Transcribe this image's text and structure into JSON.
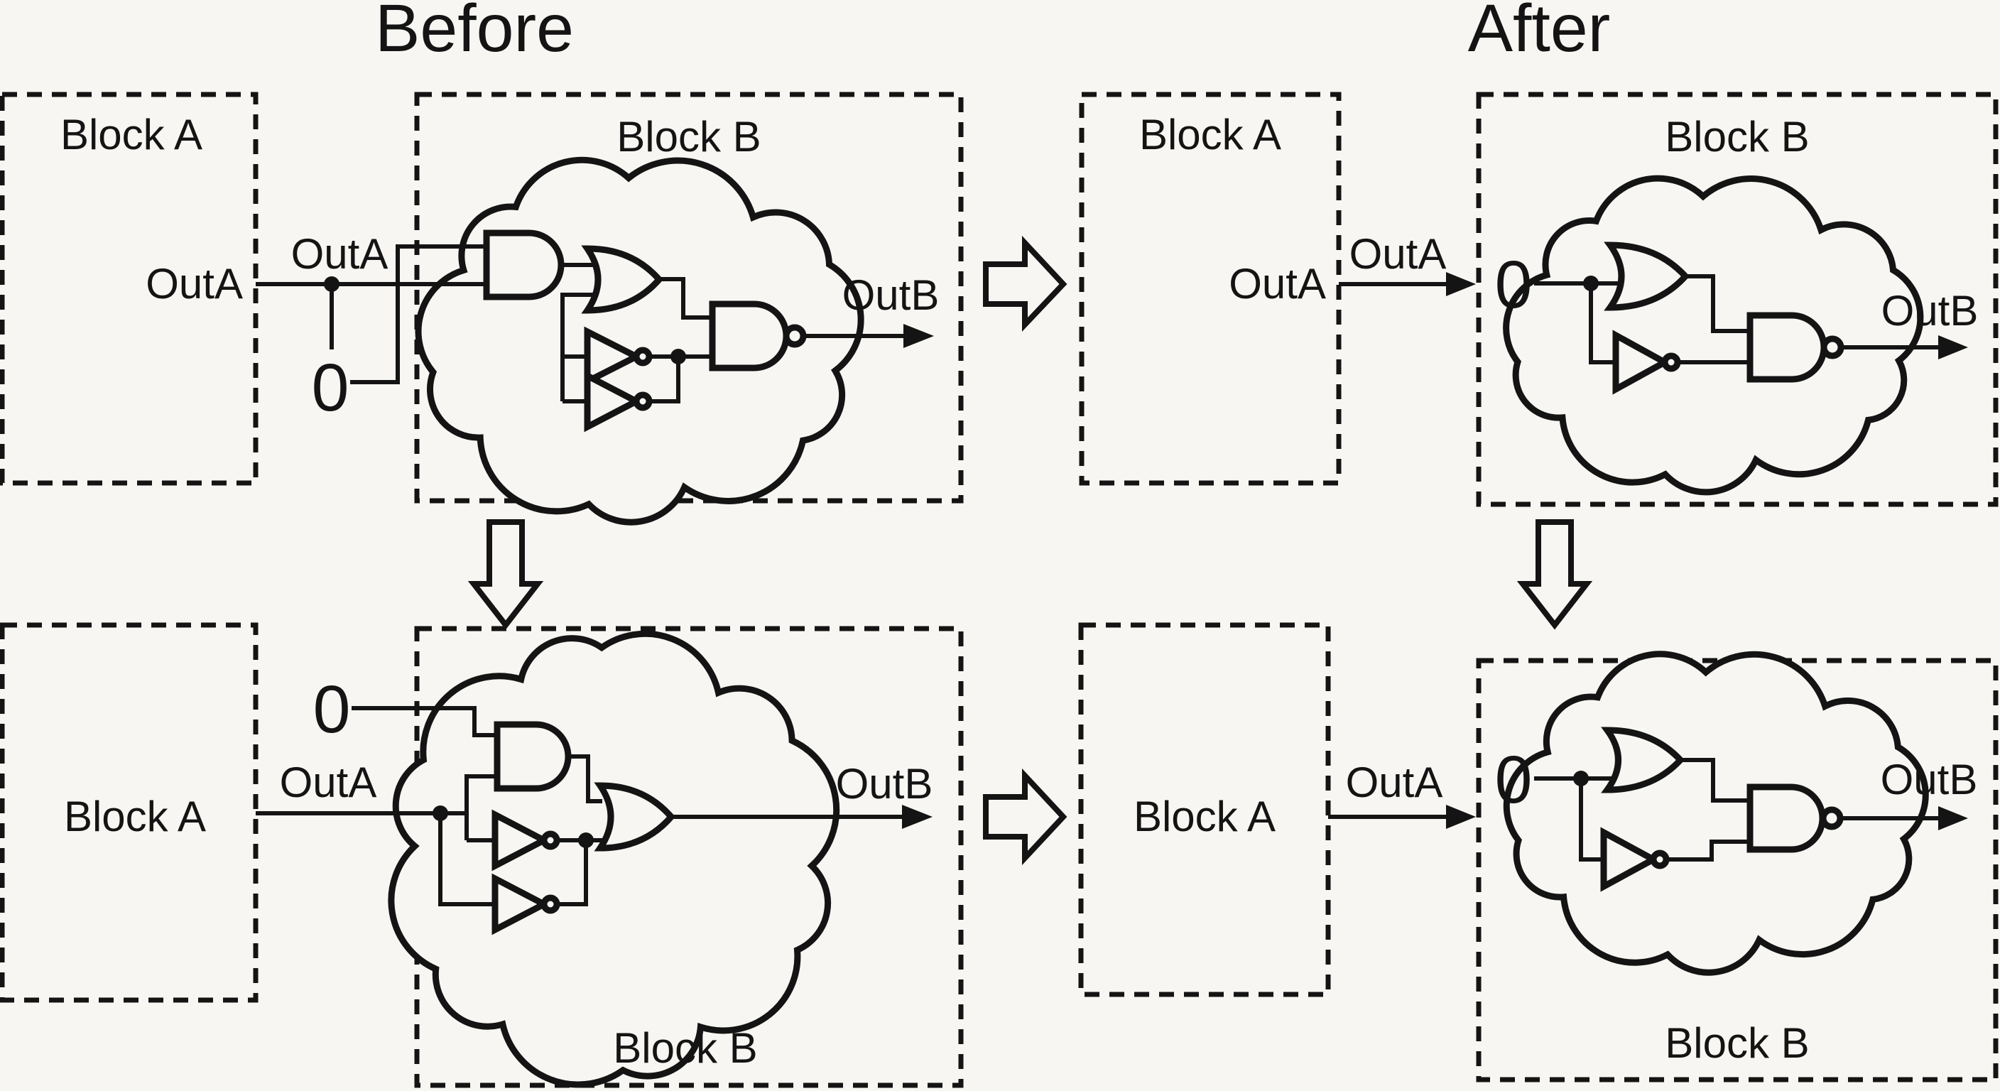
{
  "titles": {
    "before": "Before",
    "after": "After"
  },
  "colors": {
    "ink": "#141414",
    "paper": "#f7f6f2"
  },
  "panels": {
    "before_top": {
      "block_a": "Block A",
      "block_b": "Block B",
      "out_a_inner": "OutA",
      "out_a_wire": "OutA",
      "zero": "0",
      "out_b": "OutB"
    },
    "after_top": {
      "block_a": "Block A",
      "block_b": "Block B",
      "out_a_inner": "OutA",
      "out_a_wire": "OutA",
      "zero": "0",
      "out_b": "OutB"
    },
    "before_bottom": {
      "block_a": "Block A",
      "block_b": "Block B",
      "out_a_wire": "OutA",
      "zero": "0",
      "out_b": "OutB"
    },
    "after_bottom": {
      "block_a": "Block A",
      "block_b": "Block B",
      "out_a_wire": "OutA",
      "zero": "0",
      "out_b": "OutB"
    }
  }
}
